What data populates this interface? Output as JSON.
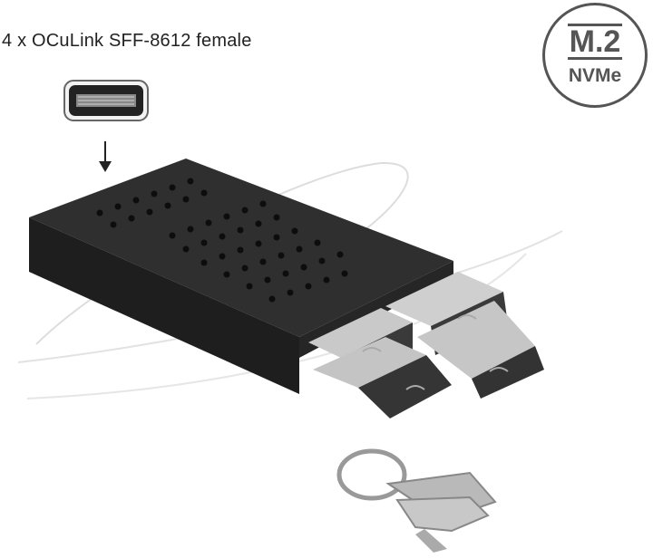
{
  "caption": "4 x OCuLink SFF-8612 female",
  "badge": {
    "top": "M.2",
    "bottom": "NVMe"
  },
  "icons": [
    "oculink-connector-icon",
    "arrow-down-icon",
    "drive-enclosure-image",
    "keys-image"
  ],
  "colors": {
    "enclosure": "#2b2b2b",
    "tray": "#3a3a3a",
    "metal": "#c8c8c8",
    "badge": "#555555"
  }
}
